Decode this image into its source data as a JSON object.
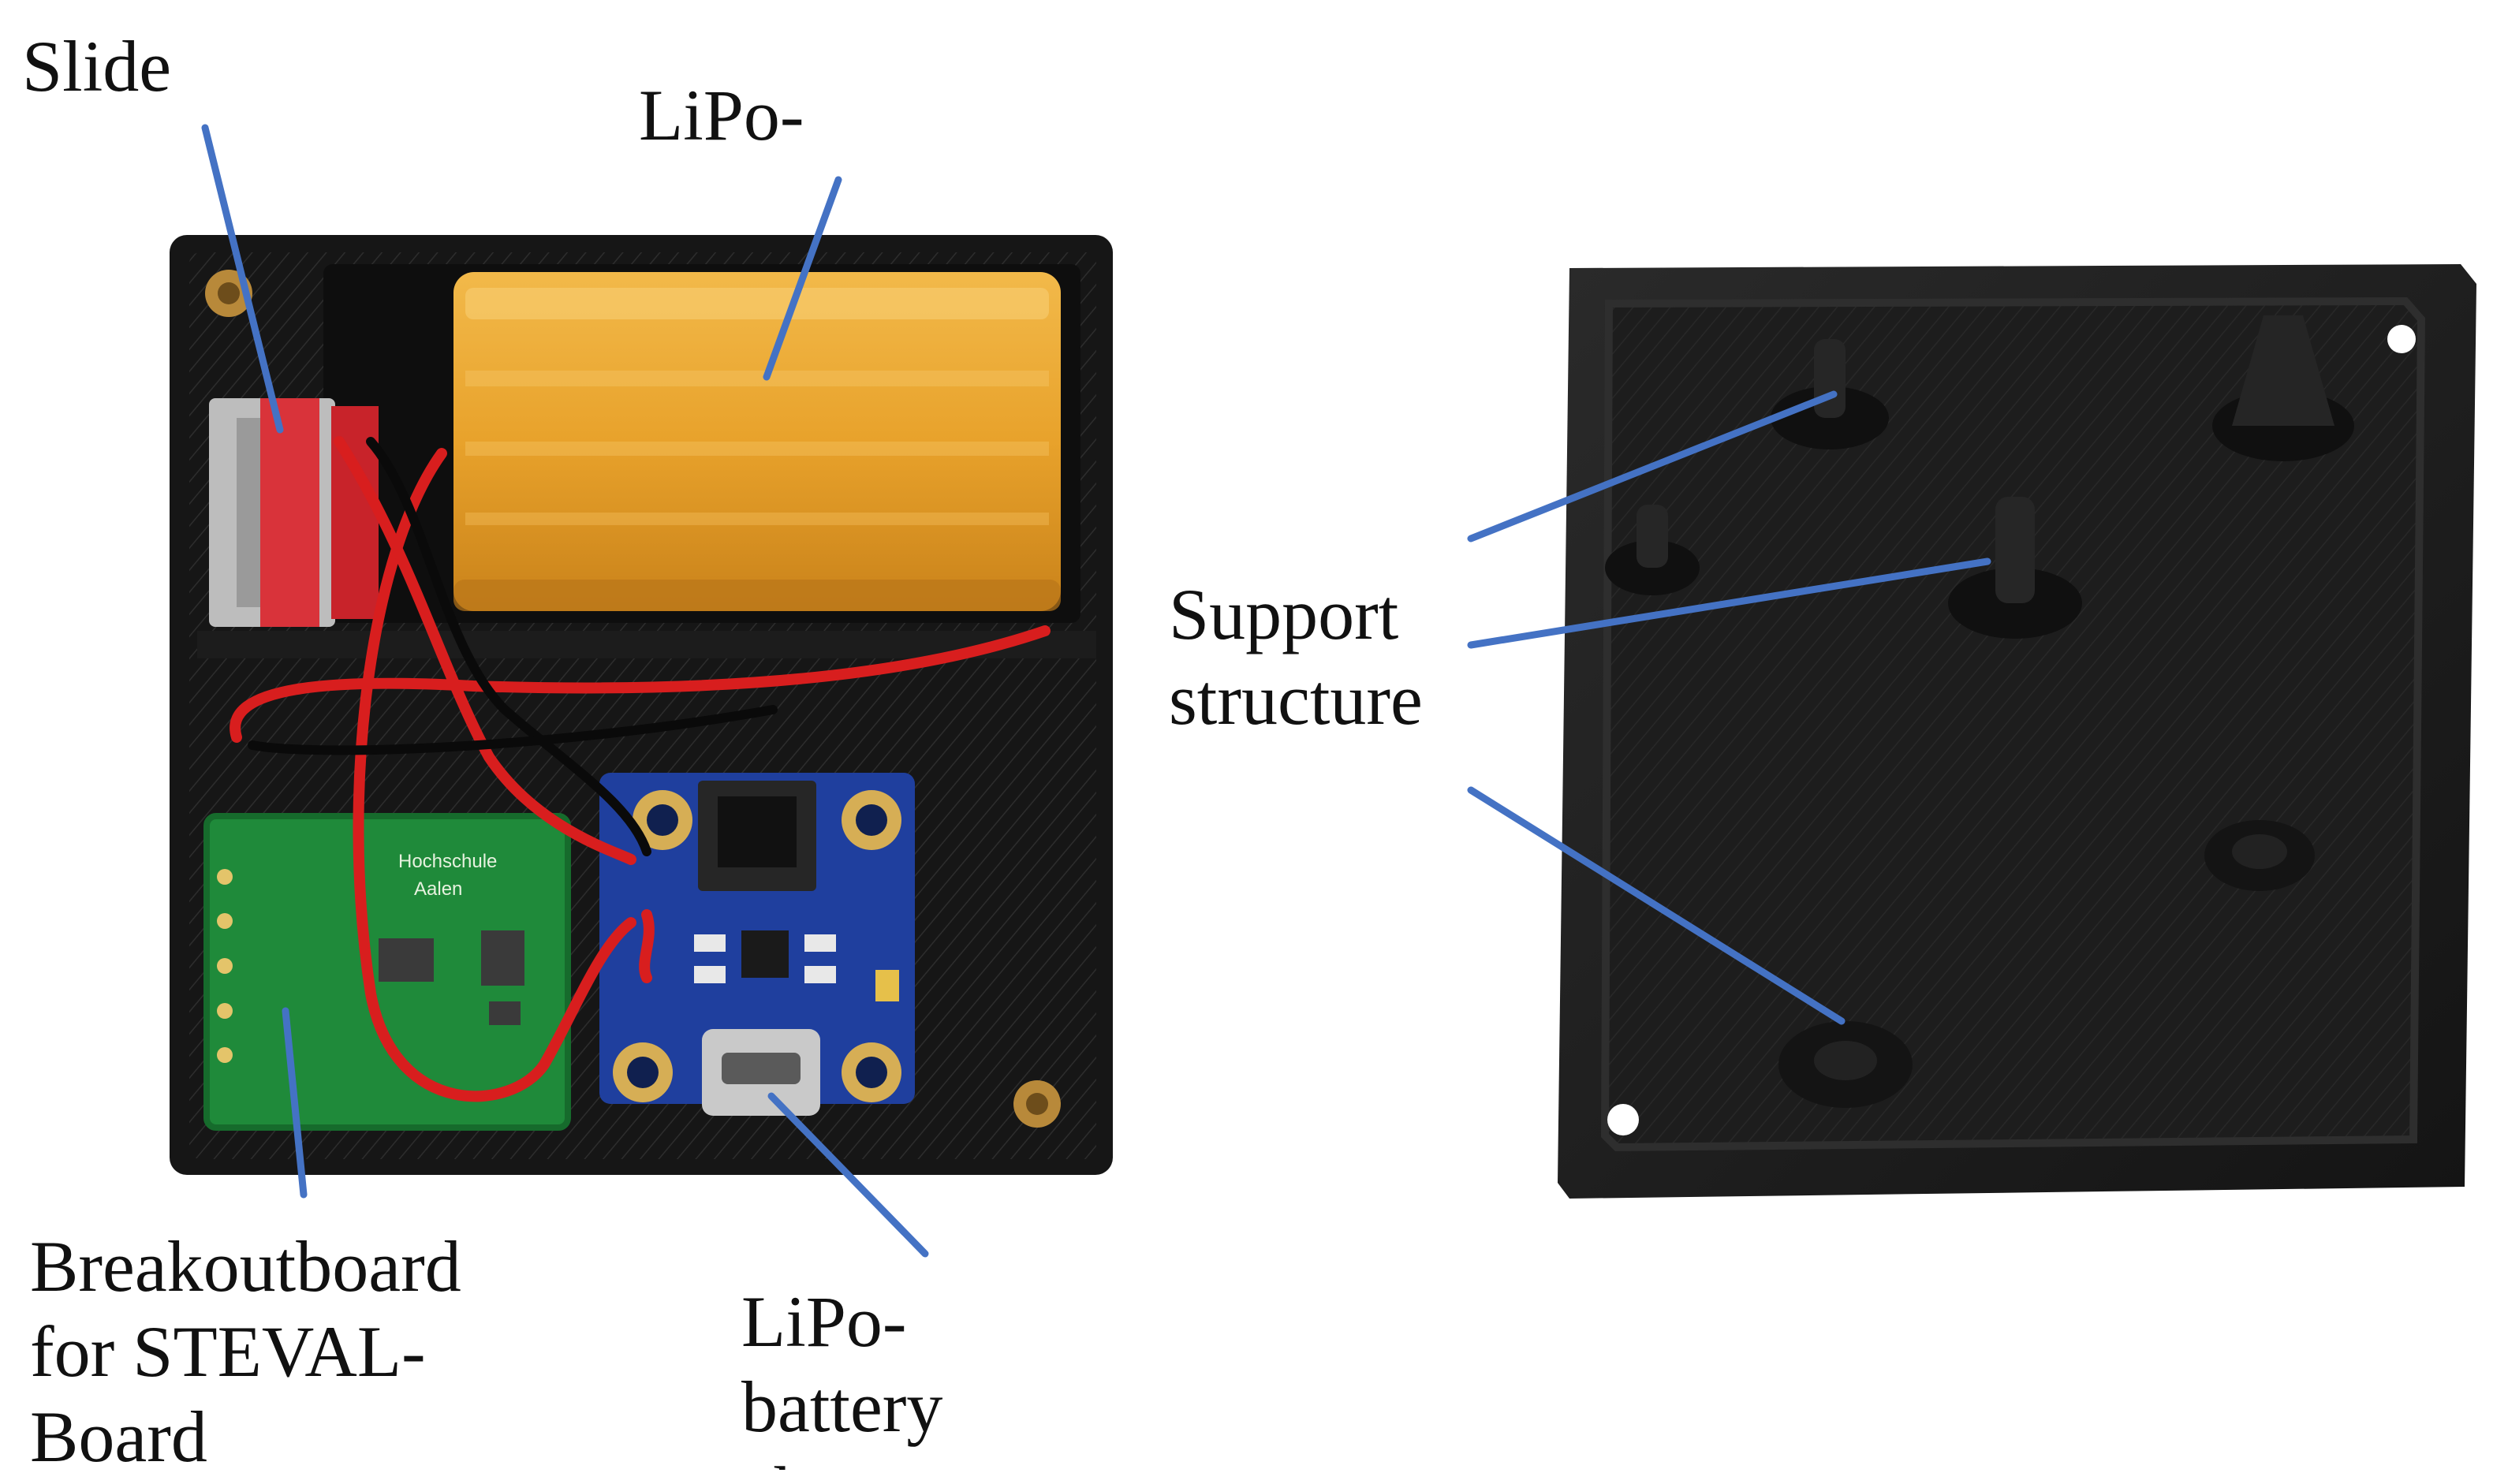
{
  "labels": {
    "slide": "Slide",
    "lipo_top": "LiPo-",
    "support": [
      "Support",
      "structure"
    ],
    "breakout": [
      "Breakoutboard",
      "for STEVAL-",
      "Board"
    ],
    "charger": [
      "LiPo-",
      "battery",
      "charger"
    ]
  },
  "pcb_text": {
    "school": "Hochschule",
    "city": "Aalen"
  },
  "colors": {
    "leader": "#4472C4",
    "case": "#1b1b1b",
    "battery": "#E9A62A",
    "pcb_green": "#1F8A3A",
    "pcb_blue": "#1F3F9E",
    "wire_red": "#D81E1E"
  }
}
